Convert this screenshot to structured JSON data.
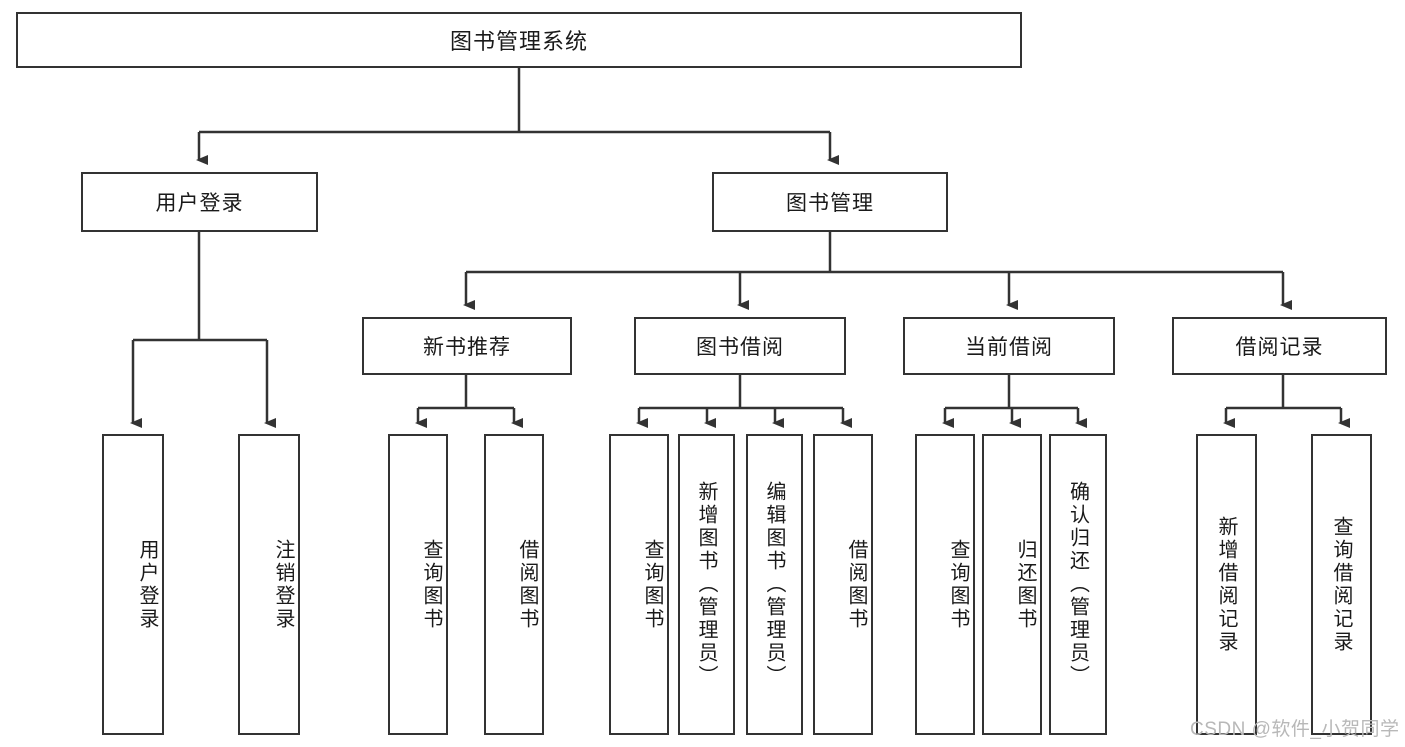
{
  "diagram": {
    "type": "tree-hierarchy",
    "title": "图书管理系统",
    "root": {
      "label": "图书管理系统"
    },
    "level2": [
      {
        "id": "user-login",
        "label": "用户登录"
      },
      {
        "id": "book-manage",
        "label": "图书管理"
      }
    ],
    "level3": [
      {
        "id": "new-book-recommend",
        "label": "新书推荐",
        "parent": "book-manage"
      },
      {
        "id": "book-borrow",
        "label": "图书借阅",
        "parent": "book-manage"
      },
      {
        "id": "current-borrow",
        "label": "当前借阅",
        "parent": "book-manage"
      },
      {
        "id": "borrow-record",
        "label": "借阅记录",
        "parent": "book-manage"
      }
    ],
    "leaves": [
      {
        "id": "leaf-user-login",
        "label": "用户登录",
        "parent": "user-login"
      },
      {
        "id": "leaf-logout-login",
        "label": "注销登录",
        "parent": "user-login"
      },
      {
        "id": "leaf-query-book-1",
        "label": "查询图书",
        "parent": "new-book-recommend"
      },
      {
        "id": "leaf-borrow-book-1",
        "label": "借阅图书",
        "parent": "new-book-recommend"
      },
      {
        "id": "leaf-query-book-2",
        "label": "查询图书",
        "parent": "book-borrow"
      },
      {
        "id": "leaf-add-book",
        "label": "新增图书（管理员）",
        "parent": "book-borrow"
      },
      {
        "id": "leaf-edit-book",
        "label": "编辑图书（管理员）",
        "parent": "book-borrow"
      },
      {
        "id": "leaf-borrow-book-2",
        "label": "借阅图书",
        "parent": "book-borrow"
      },
      {
        "id": "leaf-query-book-3",
        "label": "查询图书",
        "parent": "current-borrow"
      },
      {
        "id": "leaf-return-book",
        "label": "归还图书",
        "parent": "current-borrow"
      },
      {
        "id": "leaf-confirm-return",
        "label": "确认归还（管理员）",
        "parent": "current-borrow"
      },
      {
        "id": "leaf-add-record",
        "label": "新增借阅记录",
        "parent": "borrow-record"
      },
      {
        "id": "leaf-query-record",
        "label": "查询借阅记录",
        "parent": "borrow-record"
      }
    ],
    "colors": {
      "border": "#333333",
      "background": "#ffffff",
      "text": "#1a1a1a",
      "connector": "#333333",
      "watermark": "#b8b8b8"
    }
  },
  "watermark": {
    "text": "CSDN @软件_小贺同学"
  }
}
